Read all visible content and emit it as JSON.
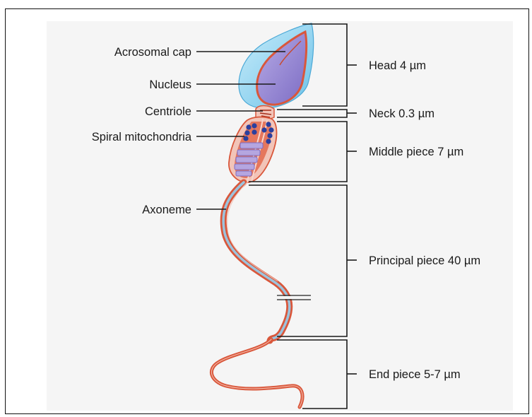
{
  "labels_left": {
    "acrosomal_cap": "Acrosomal cap",
    "nucleus": "Nucleus",
    "centriole": "Centriole",
    "spiral_mitochondria": "Spiral mitochondria",
    "axoneme": "Axoneme"
  },
  "labels_right": {
    "head": "Head 4 µm",
    "neck": "Neck 0.3 µm",
    "middle_piece": "Middle piece 7 µm",
    "principal_piece": "Principal piece 40 µm",
    "end_piece": "End piece 5-7 µm"
  },
  "colors": {
    "acrosome": "#8fd3ef",
    "nucleus": "#9a8bd6",
    "tail_outer": "#d9573b",
    "tail_core": "#9cc3dc",
    "mitochondria": "#2a3f9e",
    "sheath": "#f2c4b8"
  }
}
